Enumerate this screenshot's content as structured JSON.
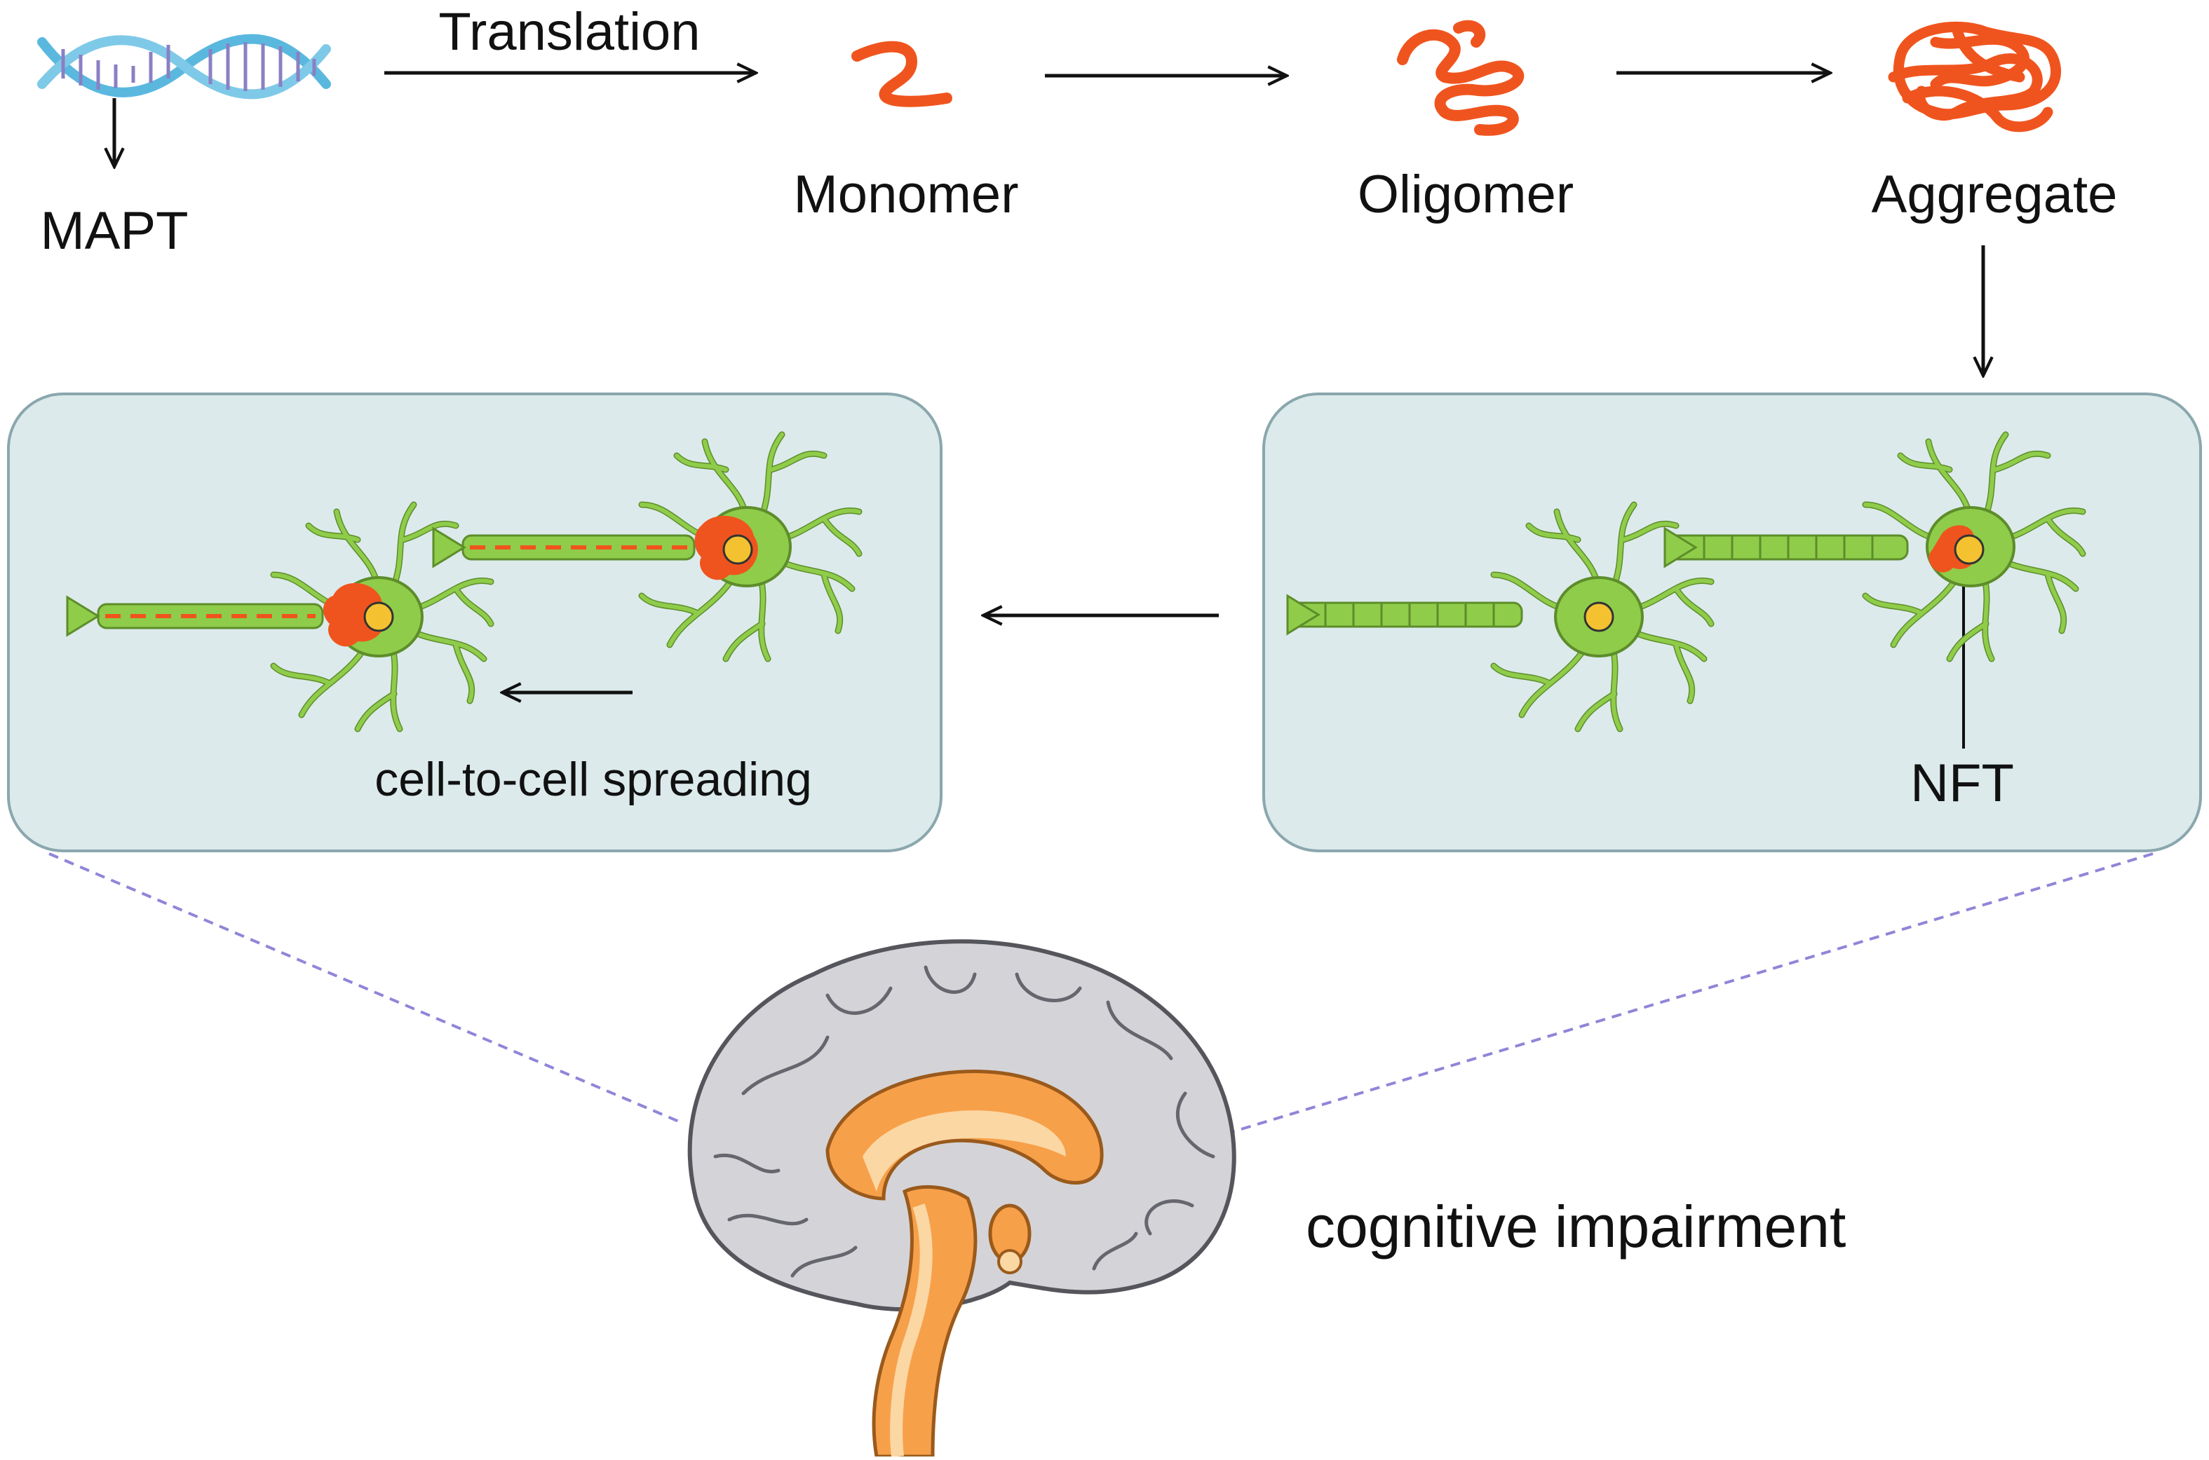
{
  "labels": {
    "mapt": "MAPT",
    "translation": "Translation",
    "monomer": "Monomer",
    "oligomer": "Oligomer",
    "aggregate": "Aggregate",
    "nft": "NFT",
    "spreading": "cell-to-cell spreading",
    "outcome": "cognitive impairment"
  },
  "colors": {
    "tau": "#f0541e",
    "neuron": "#8fcc4a",
    "neuron_dark": "#5d8d2a",
    "panel_fill": "#dceaec",
    "panel_stroke": "#8aa7ad",
    "dna_blue": "#5ab8df",
    "dna_purple": "#8a80c4",
    "guide_line": "#8f86d8",
    "brain_gray": "#d4d4d8",
    "brain_inner": "#f7a04a"
  },
  "icons": [
    "dna-icon",
    "monomer-icon",
    "oligomer-icon",
    "aggregate-icon",
    "neuron-icon",
    "brain-icon"
  ]
}
